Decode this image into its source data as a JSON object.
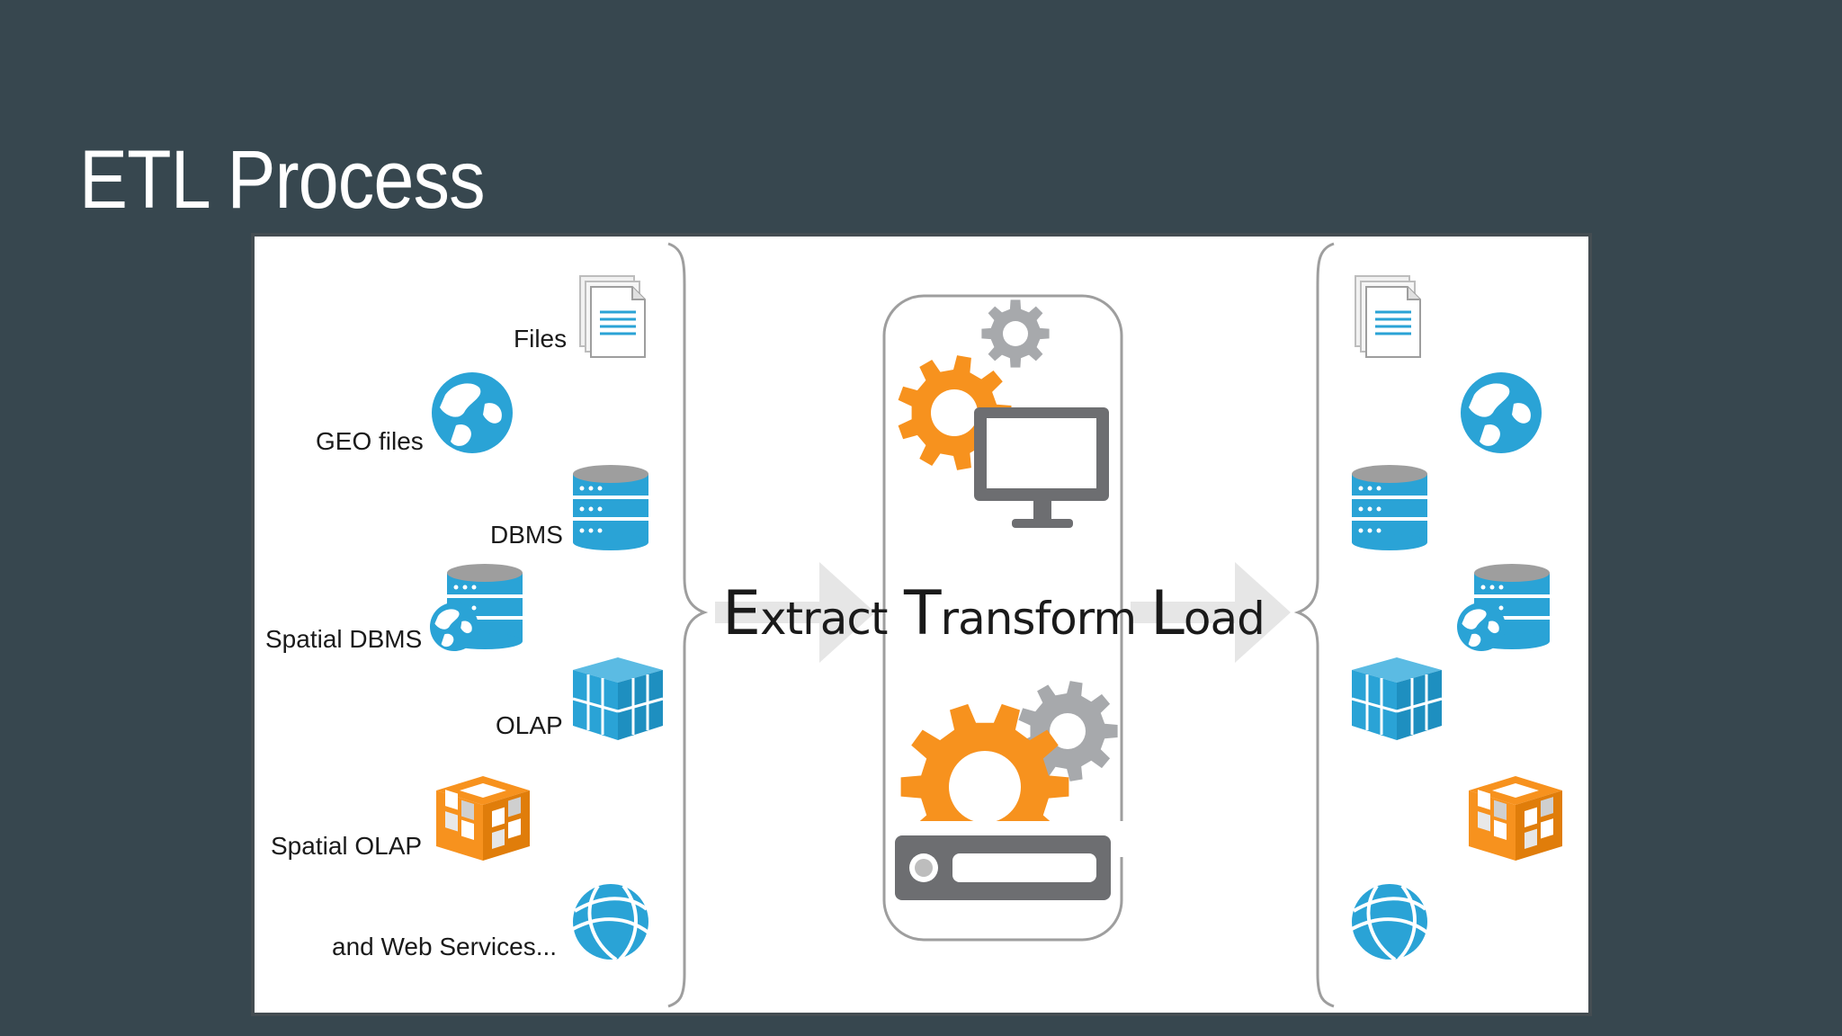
{
  "slide": {
    "title": "ETL Process"
  },
  "sources": {
    "files": "Files",
    "geo_files": "GEO files",
    "dbms": "DBMS",
    "spatial_dbms": "Spatial DBMS",
    "olap": "OLAP",
    "spatial_olap": "Spatial OLAP",
    "web_services": "and Web Services..."
  },
  "stages": {
    "extract": {
      "initial": "E",
      "rest": "xtract"
    },
    "transform": {
      "initial": "T",
      "rest": "ransform"
    },
    "load": {
      "initial": "L",
      "rest": "oad"
    }
  },
  "colors": {
    "background": "#37474f",
    "title": "#ffffff",
    "accent_blue": "#2aa3d6",
    "accent_orange": "#f7921e",
    "gear_gray": "#a7a9ac",
    "device_gray": "#6d6e71",
    "arrow_gray": "#e6e6e6"
  },
  "icons": [
    "document-icon",
    "globe-icon",
    "database-icon",
    "spatial-database-icon",
    "olap-cube-icon",
    "spatial-olap-cube-icon",
    "web-services-globe-icon",
    "gear-icon",
    "monitor-icon",
    "server-icon"
  ]
}
